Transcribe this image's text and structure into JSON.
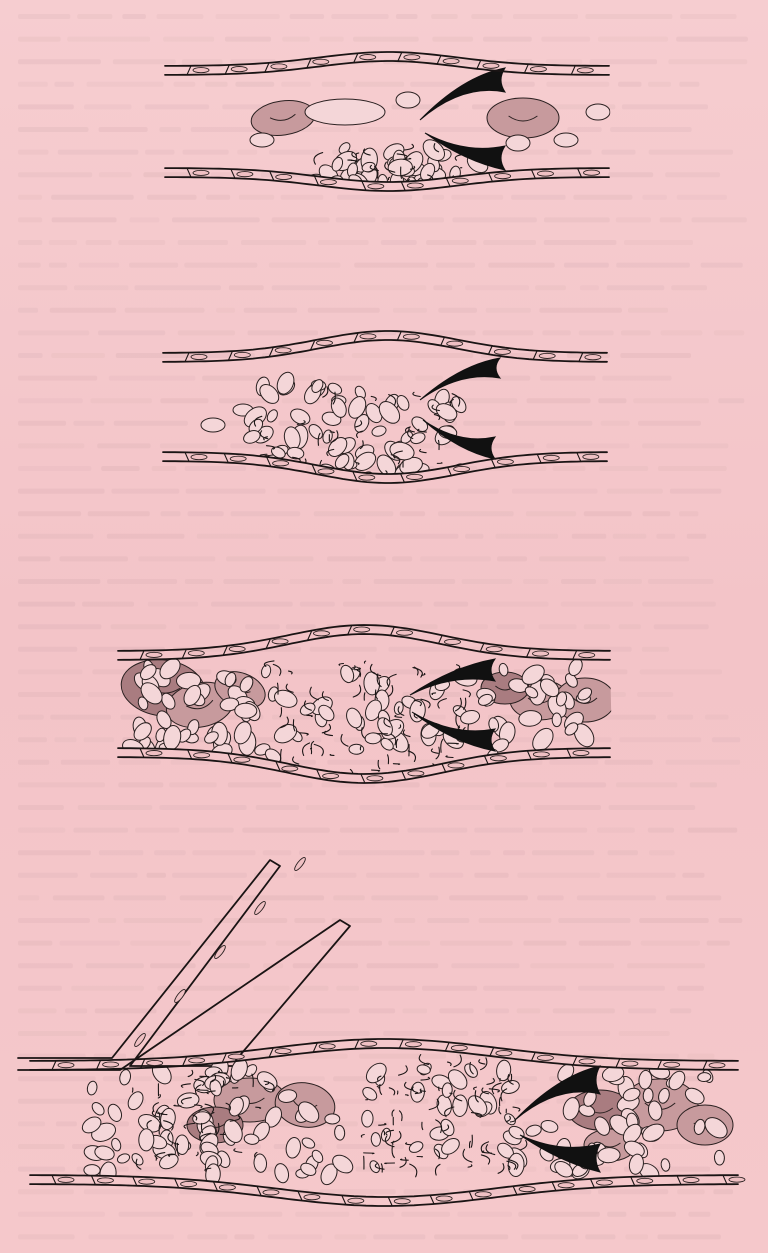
{
  "figure": {
    "panels": [
      {
        "id": "panel-1",
        "stage": 1
      },
      {
        "id": "panel-2",
        "stage": 2
      },
      {
        "id": "panel-3",
        "stage": 3
      },
      {
        "id": "panel-4",
        "stage": 4
      }
    ]
  },
  "colors": {
    "background": "#f5c9cc",
    "ink": "#1a1414",
    "rbc_light": "#f4d6d8",
    "rbc_shaded": "#c79a9d",
    "rbc_dark": "#a97c80"
  },
  "icons": [
    "platelet-wedge-icon",
    "endothelial-nucleus-icon"
  ]
}
